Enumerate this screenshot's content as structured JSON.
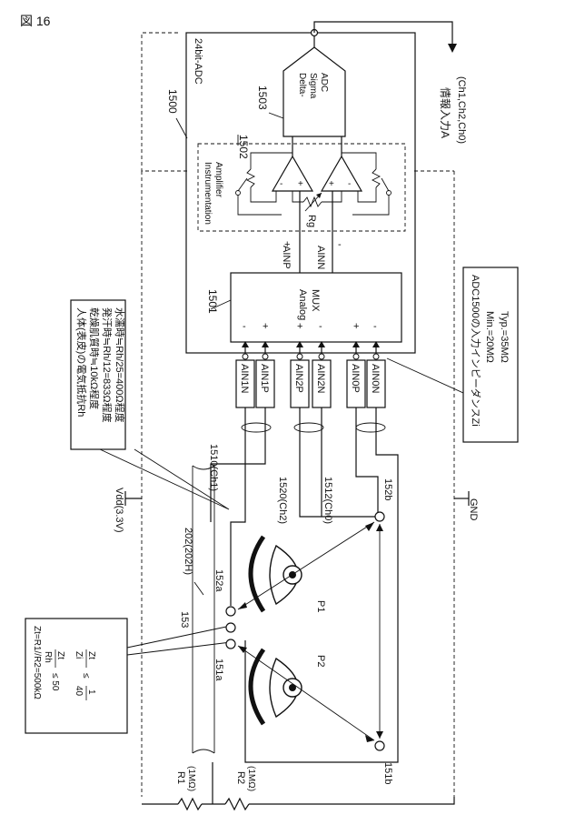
{
  "figure_label": "図 16",
  "adc": {
    "ref": "1500",
    "bits": "24bit-ADC",
    "delta_sigma_ref": "1503",
    "delta_sigma_label": [
      "Delta-",
      "Sigma",
      "ADC"
    ],
    "amp_ref": "1502",
    "amp_label": [
      "Instrumentation",
      "Amplifier"
    ],
    "rg": "Rg",
    "ainp": "AINP",
    "ainn": "AINN",
    "mux_ref": "1501",
    "mux_label": [
      "Analog",
      "MUX"
    ],
    "output_label": "情報入力A",
    "output_sub": "(Ch1,Ch2,Ch0)"
  },
  "pins": [
    "AIN1N",
    "AIN1P",
    "AIN2P",
    "AIN2N",
    "AIN0P",
    "AIN0N"
  ],
  "channels": [
    "1510(Ch1)",
    "1520(Ch2)",
    "1512(Ch0)"
  ],
  "impedance_note": [
    "ADC1500の入力インピーダンスZi",
    "Min.=20MΩ",
    "Typ.=35MΩ"
  ],
  "skin_note": [
    "人体(表皮)の電気抵抗Rh",
    "乾燥肌質時≒10kΩ程度",
    "発汗時≒Rh/12=833Ω程度",
    "水濡時≒Rh/25=400Ω程度"
  ],
  "formula_note": {
    "line1": "Zt=R1//R2=500kΩ",
    "frac1_num": "Zt",
    "frac1_den": "Rh",
    "frac1_rhs": "≤ 50",
    "frac2_num": "Zt",
    "frac2_den": "Zi",
    "frac2_op": "≤",
    "frac2_rhs_num": "1",
    "frac2_rhs_den": "40"
  },
  "electrodes": {
    "e152a": "152a",
    "e153": "153",
    "e151a": "151a",
    "e152b": "152b",
    "e151b": "151b"
  },
  "eyes": {
    "p1": "P1",
    "p2": "P2"
  },
  "device": "202(202H)",
  "vdd": "Vdd(3.3V)",
  "gnd": "GND",
  "r1": {
    "name": "R1",
    "value": "(1MΩ)"
  },
  "r2": {
    "name": "R2",
    "value": "(1MΩ)"
  },
  "signs": {
    "plus": "+",
    "minus": "-"
  }
}
